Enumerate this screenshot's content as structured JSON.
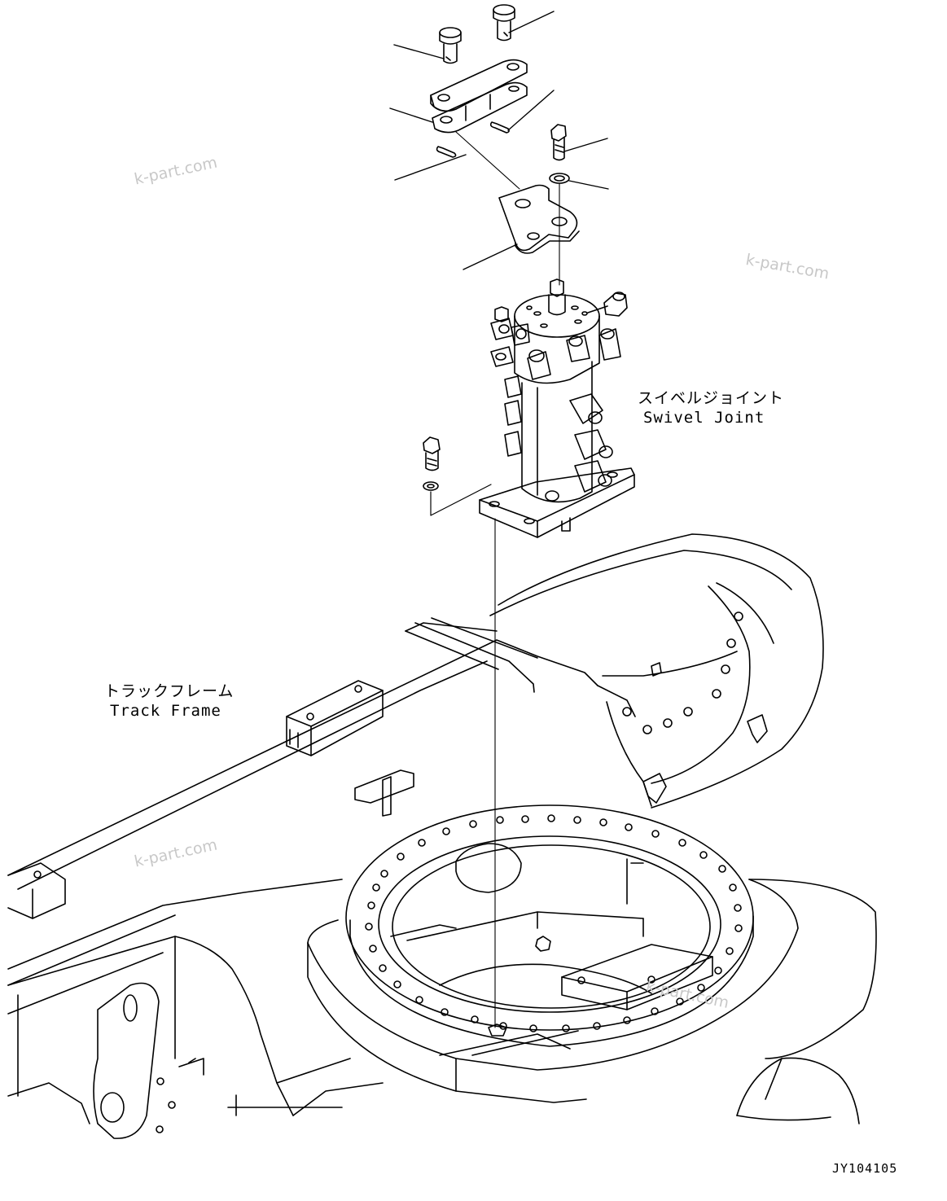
{
  "labels": {
    "swivel_joint_jp": "スイベルジョイント",
    "swivel_joint_en": "Swivel Joint",
    "track_frame_jp": "トラックフレーム",
    "track_frame_en": "Track Frame",
    "drawing_number": "JY104105"
  },
  "watermarks": [
    "k-part.com",
    "k-part.com",
    "k-part.com",
    "k-part.com"
  ],
  "colors": {
    "line": "#000000",
    "watermark": "#c8c8c8",
    "background": "#ffffff"
  }
}
